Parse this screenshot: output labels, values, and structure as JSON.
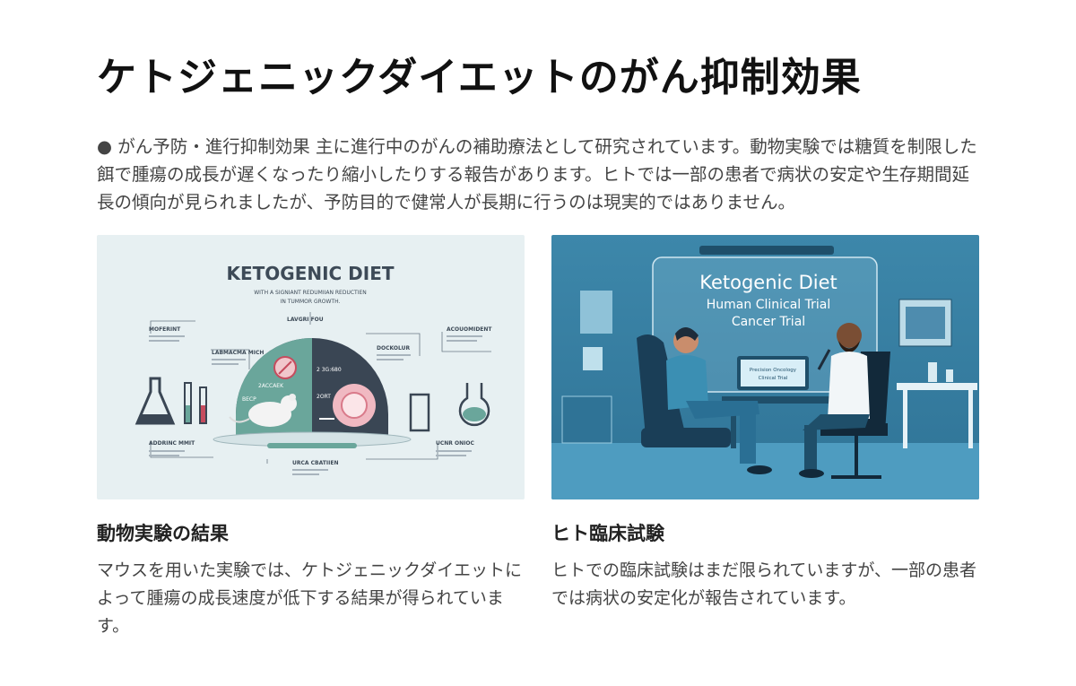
{
  "title": "ケトジェニックダイエットのがん抑制効果",
  "intro": "● がん予防・進行抑制効果 主に進行中のがんの補助療法として研究されています。動物実験では糖質を制限した餌で腫瘍の成長が遅くなったり縮小したりする報告があります。ヒトでは一部の患者で病状の安定や生存期間延長の傾向が見られましたが、予防目的で健常人が長期に行うのは現実的ではありません。",
  "left_card": {
    "heading": "動物実験の結果",
    "body": "マウスを用いた実験では、ケトジェニックダイエットによって腫瘍の成長速度が低下する結果が得られています。",
    "illustration": {
      "title": "KETOGENIC DIET",
      "subtitle_line1": "WITH A SIGNIANT REDUMIIAN REDUCTIEN",
      "subtitle_line2": "IN TUMMOR GROWTH.",
      "labels": {
        "top_center": "LAVGRI FOU",
        "left1": "MOFERINT",
        "left2": "LABMACMA MICH",
        "right1": "ACOUOMIDENT",
        "right2": "DOCKOLUR",
        "bottom_left": "ADDRINC MMIT",
        "bottom_center": "URCA CBATIIEN",
        "bottom_right": "UCNR ONIOC",
        "mid_left": "2ACCAEK",
        "mid_left2": "BECP",
        "mid_right": "2 3G:680",
        "mid_right2": "2ORT"
      }
    }
  },
  "right_card": {
    "heading": "ヒト臨床試験",
    "body": "ヒトでの臨床試験はまだ限られていますが、一部の患者では病状の安定化が報告されています。",
    "illustration": {
      "screen_title": "Ketogenic Diet",
      "screen_line2": "Human Clinical Trial",
      "screen_line3": "Cancer Trial",
      "monitor_line1": "Precision Oncology",
      "monitor_line2": "Clinical Trial"
    }
  }
}
